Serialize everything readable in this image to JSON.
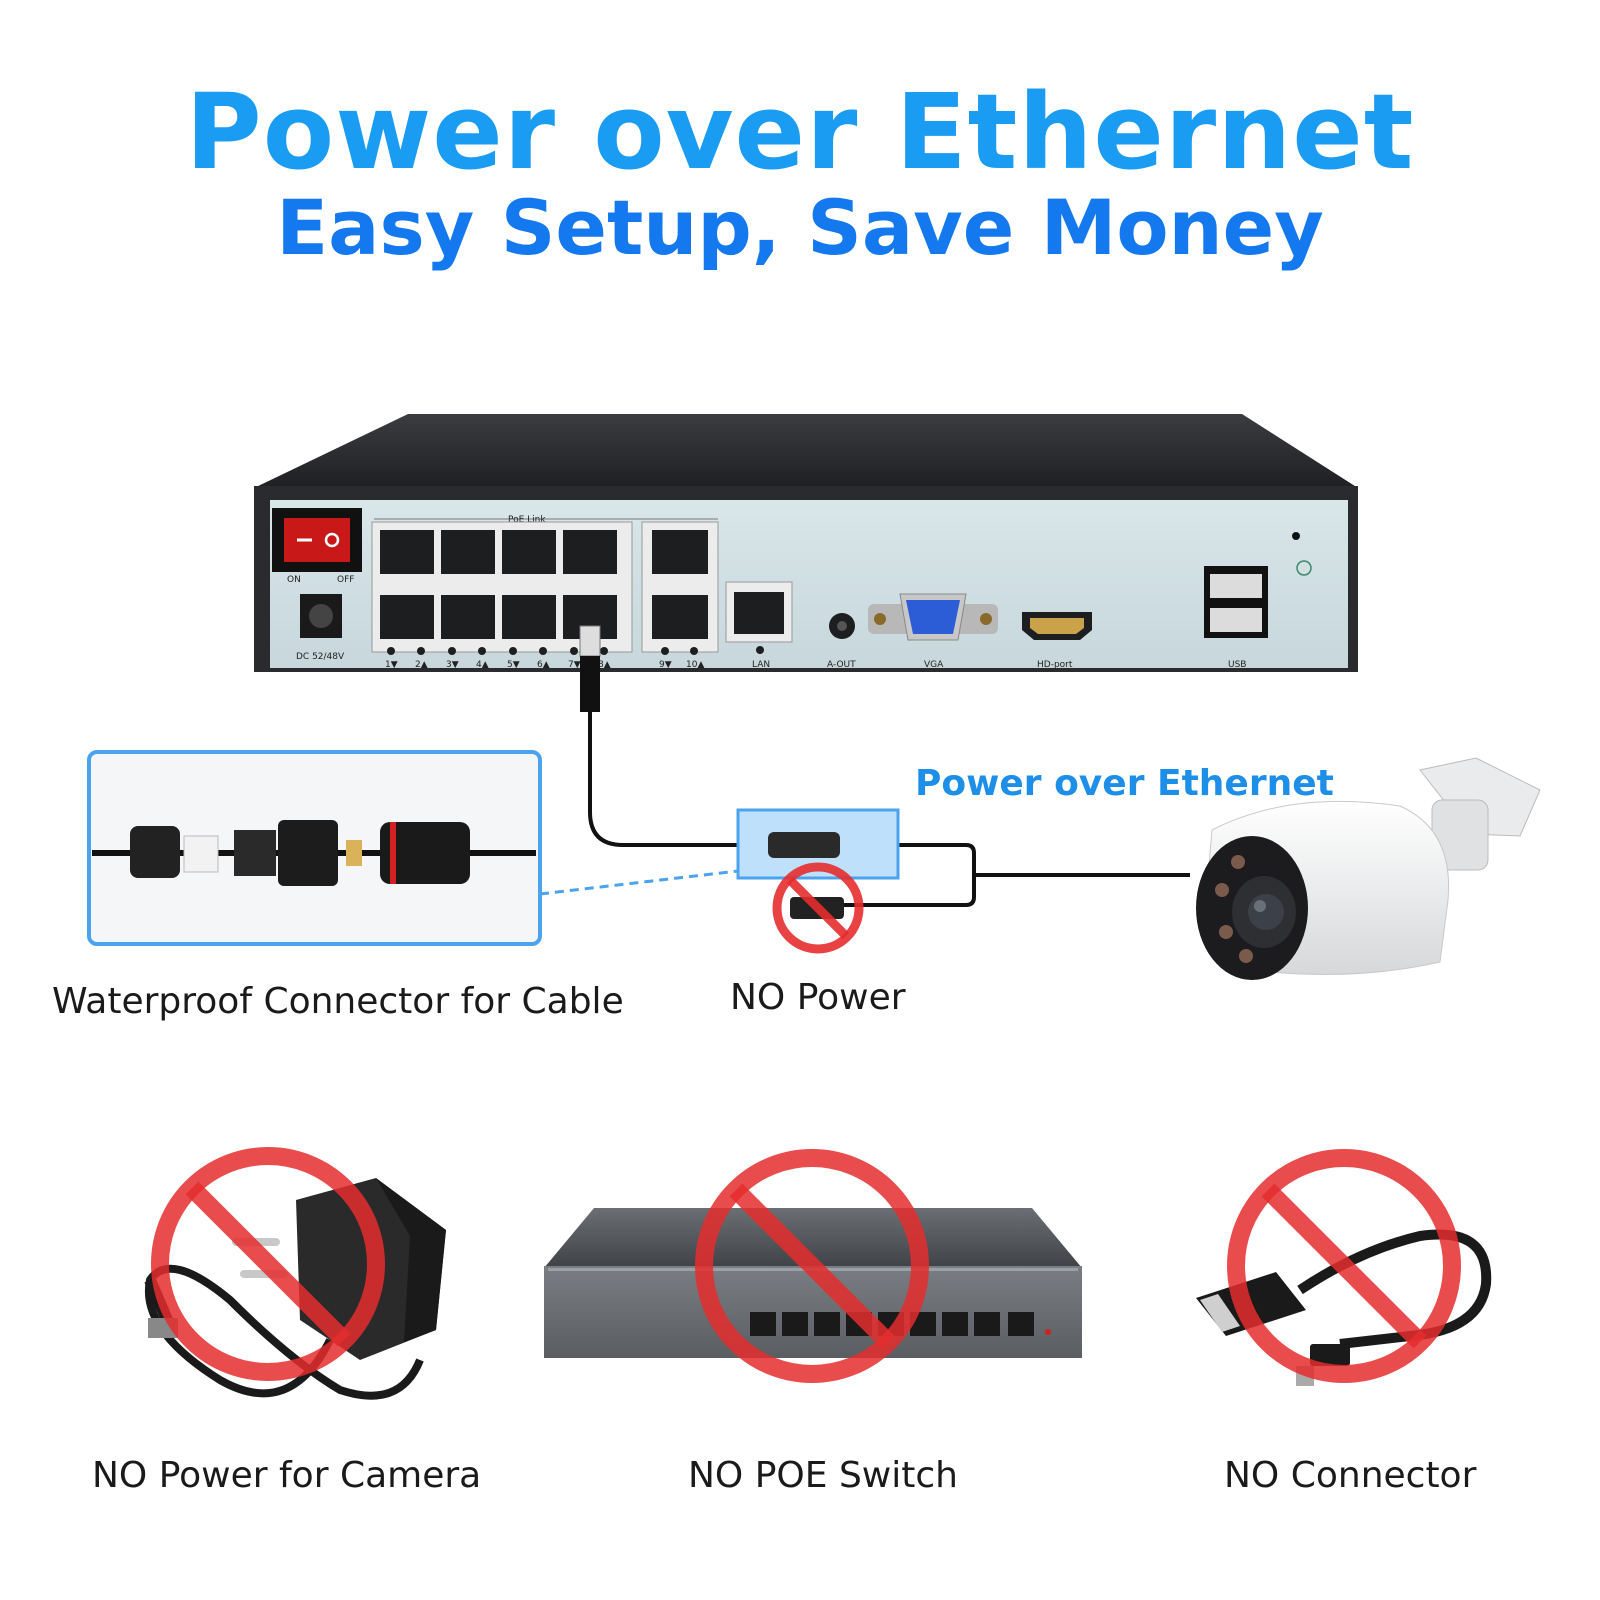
{
  "header": {
    "title": "Power over Ethernet",
    "subtitle": "Easy Setup, Save Money"
  },
  "nvr": {
    "switch_on": "ON",
    "switch_off": "OFF",
    "power_input": "DC 52/48V",
    "poe_link": "PoE Link",
    "ports": [
      "1▼",
      "2▲",
      "3▼",
      "4▲",
      "5▼",
      "6▲",
      "7▼",
      "8▲",
      "9▼",
      "10▲"
    ],
    "lan": "LAN",
    "audio_out": "A-OUT",
    "vga": "VGA",
    "hdmi": "HD-port",
    "usb": "USB"
  },
  "callouts": {
    "waterproof": "Waterproof Connector for Cable",
    "no_power": "NO Power",
    "poe_label": "Power over Ethernet"
  },
  "bottom": {
    "no_power_camera": "NO Power for Camera",
    "no_poe_switch": "NO POE Switch",
    "no_connector": "NO Connector"
  },
  "colors": {
    "title_blue": "#1a9cf2",
    "subtitle_blue": "#1478ee",
    "callout_blue": "#4aa3ec",
    "prohibit_red": "#e52d2d"
  }
}
